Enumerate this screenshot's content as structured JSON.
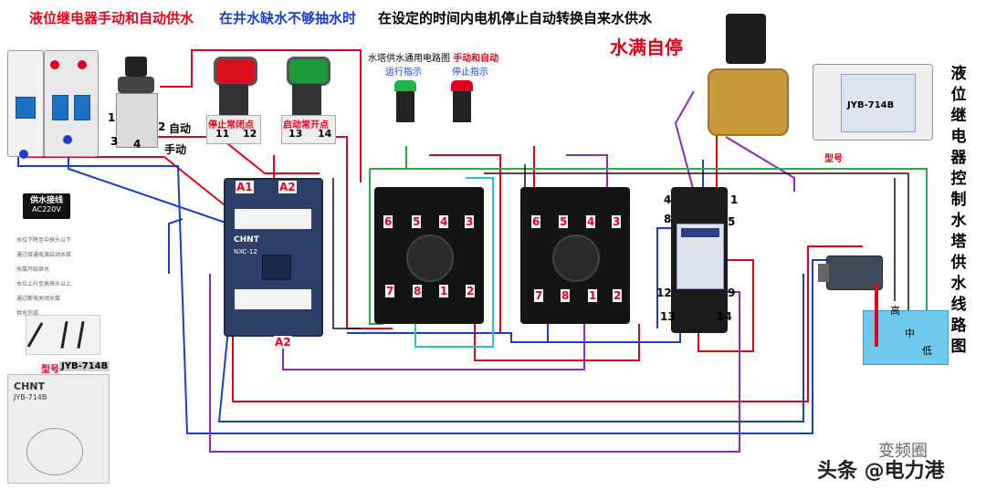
{
  "header": {
    "title_manual_auto": "液位继电器手动和自动供水",
    "title_well_shortage": "在井水缺水不够抽水时",
    "title_switch": "在设定的时间内电机停止自动转换自来水供水",
    "title_full_stop": "水满自停"
  },
  "circuit_caption": {
    "main": "水塔供水通用电路图",
    "mode": "手动和自动",
    "run_indicator": "运行指示",
    "stop_indicator": "停止指示"
  },
  "selector": {
    "auto": "自动",
    "manual": "手动",
    "t1": "1",
    "t2": "2",
    "t3": "3",
    "t4": "4"
  },
  "buttons": {
    "stop_label": "停止常闭点",
    "start_label": "启动常开点",
    "stop_t1": "11",
    "stop_t2": "12",
    "start_t1": "13",
    "start_t2": "14"
  },
  "contactor": {
    "a1": "A1",
    "a2_top": "A2",
    "a2_bottom": "A2",
    "brand": "CHNT",
    "model": "NXC-12"
  },
  "relay1_terms": {
    "t6": "6",
    "t5": "5",
    "t4": "4",
    "t3": "3",
    "t7": "7",
    "t8": "8",
    "t1": "1",
    "t2": "2"
  },
  "relay2_terms": {
    "t6": "6",
    "t5": "5",
    "t4": "4",
    "t3": "3",
    "t7": "7",
    "t8": "8",
    "t1": "1",
    "t2": "2"
  },
  "level_relay_socket": {
    "t4": "4",
    "t1": "1",
    "t8": "8",
    "t5": "5",
    "t12": "12",
    "t9": "9",
    "t13": "13",
    "t14": "14"
  },
  "level_relay": {
    "model": "JYB-714B",
    "model_label": "型号",
    "vertical_title": [
      "液",
      "位",
      "继",
      "电",
      "器",
      "控",
      "制",
      "水",
      "塔",
      "供",
      "水",
      "线",
      "路",
      "图"
    ]
  },
  "water_tank": {
    "high": "高",
    "mid": "中",
    "low": "低"
  },
  "supply_sign": {
    "title": "供水接线",
    "voltage": "AC220V",
    "steps": [
      "水位下降至中探头以下",
      "通过接通电源启动水泵",
      "水泵开始供水",
      "水位上升至高探头以上",
      "通过断电关闭水泵",
      "供水完成"
    ]
  },
  "nameplate": {
    "label": "型号",
    "model": "JYB-714B",
    "brand": "CHNT",
    "model_line": "JYB-714B"
  },
  "watermark": {
    "circle": "变频圈",
    "credit": "头条 @电力港"
  },
  "colors": {
    "red_wire": "#e0001b",
    "blue_wire": "#1a3fc4",
    "purple_wire": "#8e2bb5",
    "green_wire": "#2da84a",
    "cyan_wire": "#22c2d8",
    "black_wire": "#111111"
  }
}
